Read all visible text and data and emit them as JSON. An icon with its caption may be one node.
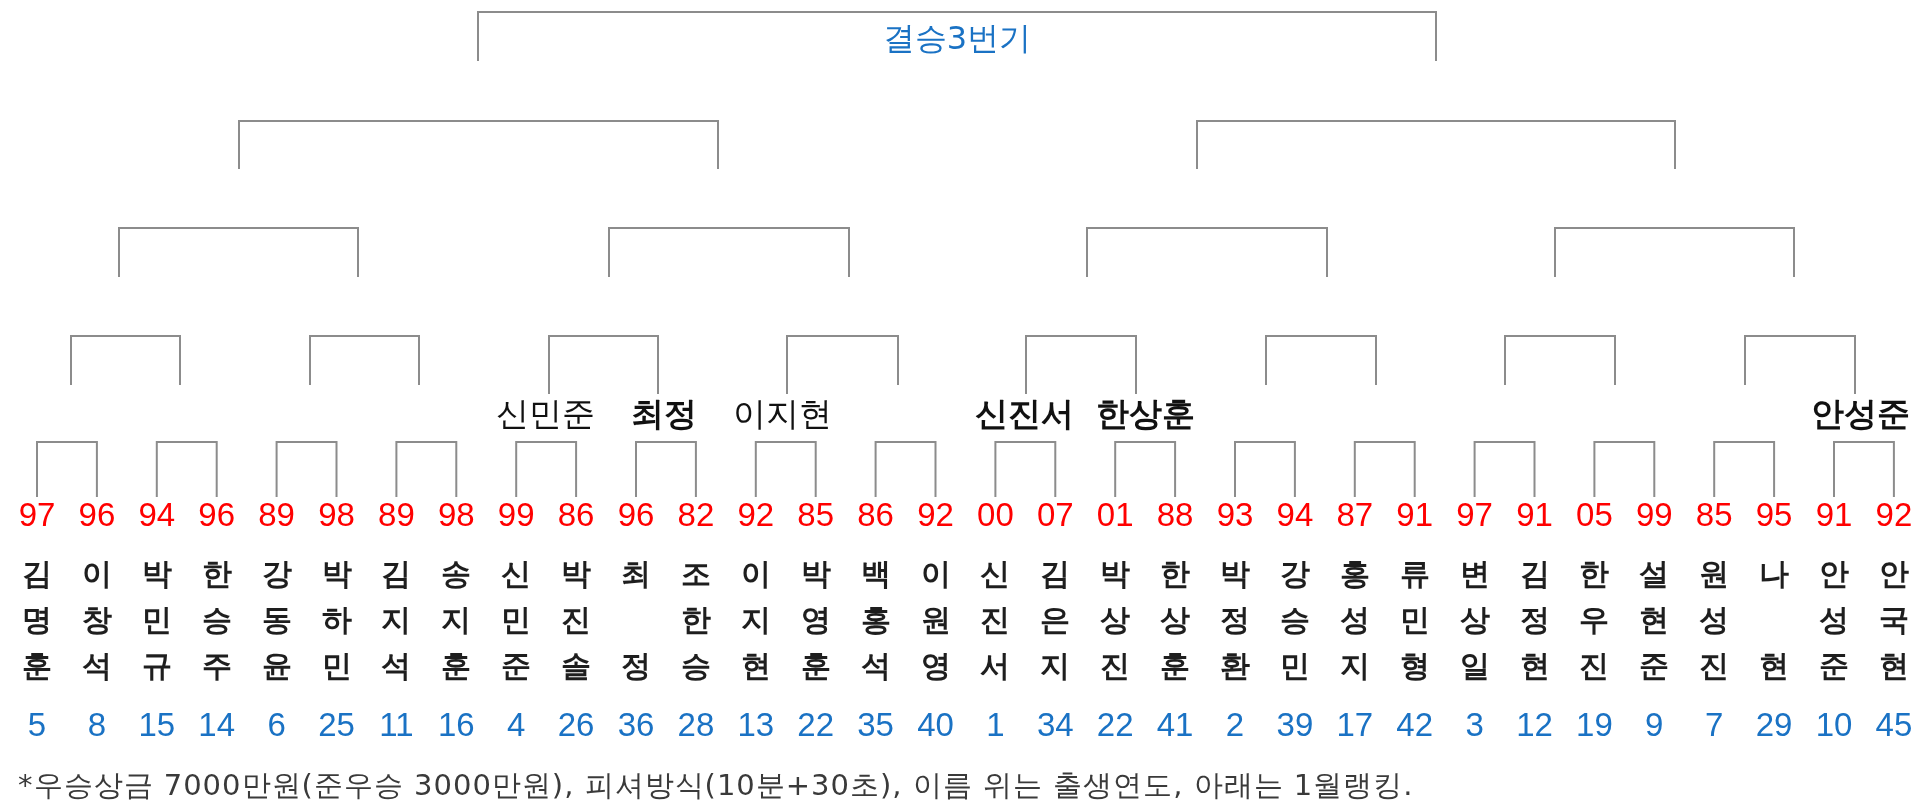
{
  "diagram": {
    "title": "결승3번기",
    "caption": "*우승상금 7000만원(준우승 3000만원), 피셔방식(10분+30초), 이름 위는 출생연도, 아래는 1월랭킹.",
    "nodes": [
      {
        "text": [
          "신민준"
        ]
      },
      {
        "text": [
          "최정"
        ]
      },
      {
        "text": [
          "이지현"
        ]
      },
      {
        "text": [
          "신진서"
        ]
      },
      {
        "text": [
          "한상훈"
        ]
      },
      {
        "text": [
          "안성준"
        ]
      },
      {
        "text": [
          "97",
          "김명훈",
          "5"
        ]
      },
      {
        "text": [
          "96",
          "이창석",
          "8"
        ]
      },
      {
        "text": [
          "94",
          "박민규",
          "15"
        ]
      },
      {
        "text": [
          "96",
          "한승주",
          "14"
        ]
      },
      {
        "text": [
          "89",
          "강동윤",
          "6"
        ]
      },
      {
        "text": [
          "98",
          "박하민",
          "25"
        ]
      },
      {
        "text": [
          "89",
          "김지석",
          "11"
        ]
      },
      {
        "text": [
          "98",
          "송지훈",
          "16"
        ]
      },
      {
        "text": [
          "99",
          "신민준",
          "4"
        ]
      },
      {
        "text": [
          "86",
          "박진솔",
          "26"
        ]
      },
      {
        "text": [
          "96",
          "최정",
          "36"
        ]
      },
      {
        "text": [
          "82",
          "조한승",
          "28"
        ]
      },
      {
        "text": [
          "92",
          "이지현",
          "13"
        ]
      },
      {
        "text": [
          "85",
          "박영훈",
          "22"
        ]
      },
      {
        "text": [
          "86",
          "백홍석",
          "35"
        ]
      },
      {
        "text": [
          "92",
          "이원영",
          "40"
        ]
      },
      {
        "text": [
          "00",
          "신진서",
          "1"
        ]
      },
      {
        "text": [
          "07",
          "김은지",
          "34"
        ]
      },
      {
        "text": [
          "01",
          "박상진",
          "22"
        ]
      },
      {
        "text": [
          "88",
          "한상훈",
          "41"
        ]
      },
      {
        "text": [
          "93",
          "박정환",
          "2"
        ]
      },
      {
        "text": [
          "94",
          "강승민",
          "39"
        ]
      },
      {
        "text": [
          "87",
          "홍성지",
          "17"
        ]
      },
      {
        "text": [
          "91",
          "류민형",
          "42"
        ]
      },
      {
        "text": [
          "97",
          "변상일",
          "3"
        ]
      },
      {
        "text": [
          "91",
          "김정현",
          "12"
        ]
      },
      {
        "text": [
          "05",
          "한우진",
          "19"
        ]
      },
      {
        "text": [
          "99",
          "설현준",
          "9"
        ]
      },
      {
        "text": [
          "85",
          "원성진",
          "7"
        ]
      },
      {
        "text": [
          "95",
          "나현",
          "29"
        ]
      },
      {
        "text": [
          "91",
          "안성준",
          "10"
        ]
      },
      {
        "text": [
          "92",
          "안국현",
          "45"
        ]
      }
    ],
    "edges": [
      {
        "from": 0,
        "to": 1,
        "arrow": "none"
      },
      {
        "from": 2,
        "to": null,
        "arrow": "none"
      },
      {
        "from": 3,
        "to": 4,
        "arrow": "none"
      },
      {
        "from": null,
        "to": 5,
        "arrow": "none"
      },
      {
        "from": 6,
        "to": 7,
        "arrow": "none"
      },
      {
        "from": 8,
        "to": 9,
        "arrow": "none"
      },
      {
        "from": 10,
        "to": 11,
        "arrow": "none"
      },
      {
        "from": 12,
        "to": 13,
        "arrow": "none"
      },
      {
        "from": 14,
        "to": 15,
        "arrow": "none"
      },
      {
        "from": 16,
        "to": 17,
        "arrow": "none"
      },
      {
        "from": 18,
        "to": 19,
        "arrow": "none"
      },
      {
        "from": 20,
        "to": 21,
        "arrow": "none"
      },
      {
        "from": 22,
        "to": 23,
        "arrow": "none"
      },
      {
        "from": 24,
        "to": 25,
        "arrow": "none"
      },
      {
        "from": 26,
        "to": 27,
        "arrow": "none"
      },
      {
        "from": 28,
        "to": 29,
        "arrow": "none"
      },
      {
        "from": 30,
        "to": 31,
        "arrow": "none"
      },
      {
        "from": 32,
        "to": 33,
        "arrow": "none"
      },
      {
        "from": 34,
        "to": 35,
        "arrow": "none"
      },
      {
        "from": 36,
        "to": 37,
        "arrow": "none"
      }
    ]
  }
}
